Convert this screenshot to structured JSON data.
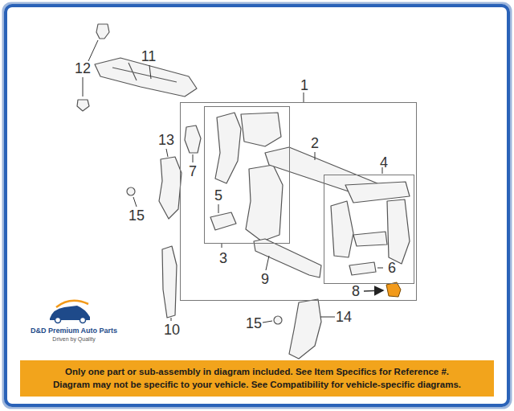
{
  "diagram": {
    "nodes": [
      {
        "text": [
          "1"
        ]
      },
      {
        "text": [
          "3"
        ],
        "in": 0
      },
      {
        "text": [
          "4"
        ],
        "in": 0
      },
      {
        "text": [
          "Only one part or sub-assembly in diagram included. See Item Specifics for Reference #.",
          "Diagram may not be specific to your vehicle. See Compatibility for vehicle-specific diagrams."
        ]
      }
    ],
    "labels": [
      "12",
      "11",
      "2",
      "13",
      "7",
      "5",
      "15",
      "6",
      "9",
      "8",
      "10",
      "15",
      "14",
      "D&D Premium Auto Parts",
      "Driven by Quality"
    ]
  }
}
